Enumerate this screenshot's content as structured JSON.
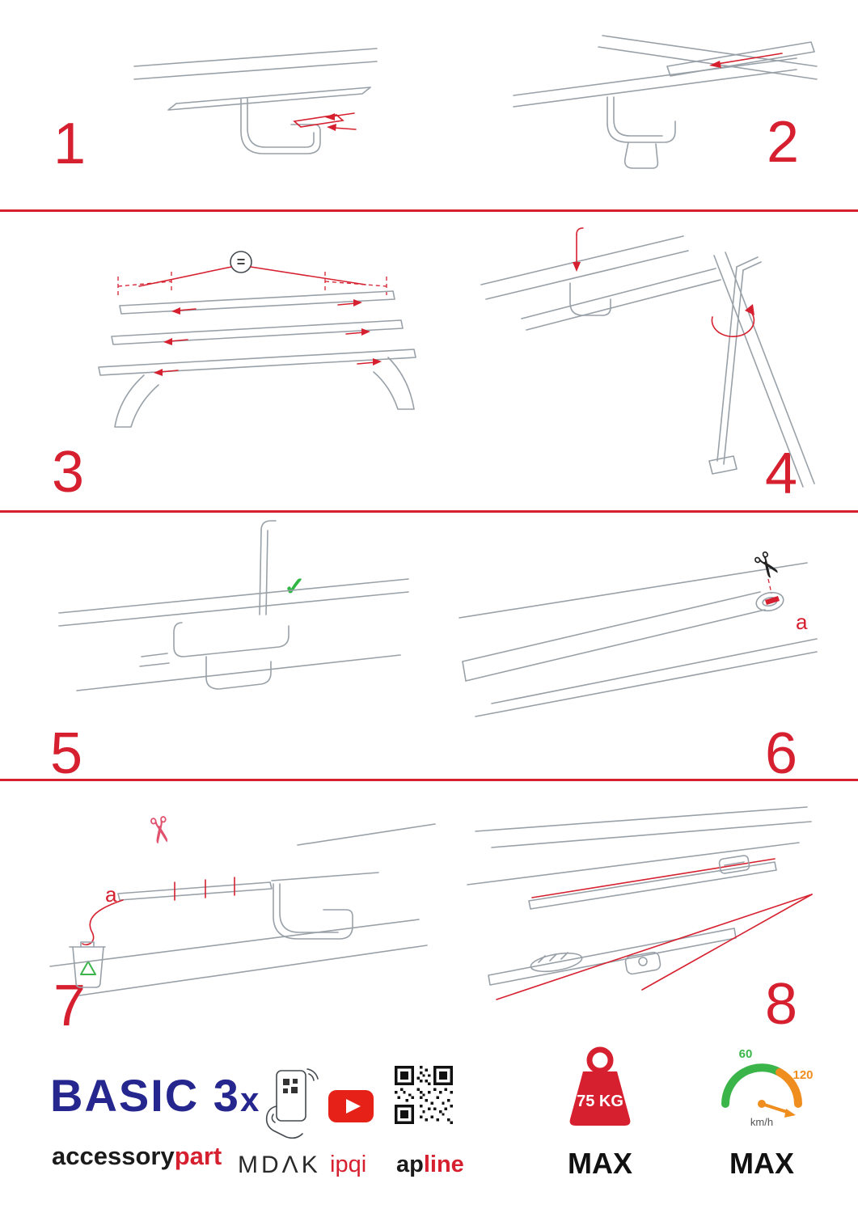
{
  "page": {
    "accent_red": "#d6202f",
    "drawing_grey": "#99a1a8",
    "brand_navy": "#26268f",
    "green": "#3bb54a",
    "orange": "#ef8d1f"
  },
  "steps": [
    {
      "number": "1"
    },
    {
      "number": "2"
    },
    {
      "number": "3",
      "equal_label": "="
    },
    {
      "number": "4"
    },
    {
      "number": "5"
    },
    {
      "number": "6",
      "part_label": "a"
    },
    {
      "number": "7",
      "part_label": "a"
    },
    {
      "number": "8"
    }
  ],
  "icons": {
    "check": "✓",
    "scissors": "✂"
  },
  "footer": {
    "product_name": "BASIC 3",
    "product_qty": "x",
    "brand_left": "accessory",
    "brand_right": "part",
    "mdak": "MDΛK",
    "ipqi": "ipqi",
    "apline_left": "ap",
    "apline_right": "line",
    "weight_value": "75 KG",
    "weight_max": "MAX",
    "speed_low": "60",
    "speed_high": "120",
    "speed_unit": "km/h",
    "speed_max": "MAX"
  }
}
